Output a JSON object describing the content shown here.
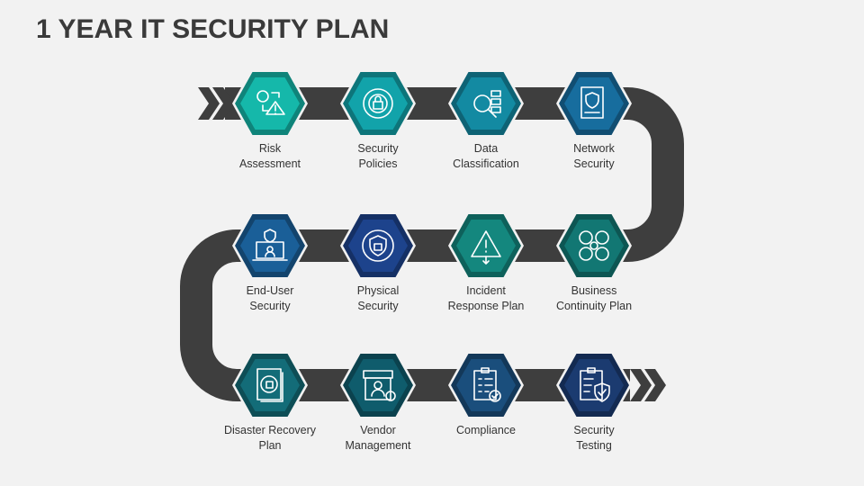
{
  "title": "1 YEAR IT SECURITY PLAN",
  "steps": [
    {
      "l1": "Risk",
      "l2": "Assessment",
      "icon": "risk-gear-warning-icon",
      "color": "#15b8aa"
    },
    {
      "l1": "Security",
      "l2": "Policies",
      "icon": "lock-network-icon",
      "color": "#12a3aa"
    },
    {
      "l1": "Data",
      "l2": "Classification",
      "icon": "data-magnifier-icon",
      "color": "#138aa2"
    },
    {
      "l1": "Network",
      "l2": "Security",
      "icon": "certificate-shield-icon",
      "color": "#176d9e"
    },
    {
      "l1": "Business",
      "l2": "Continuity Plan",
      "icon": "business-gear-icon",
      "color": "#127773"
    },
    {
      "l1": "Incident",
      "l2": "Response Plan",
      "icon": "warning-arrows-icon",
      "color": "#14877e"
    },
    {
      "l1": "Physical",
      "l2": "Security",
      "icon": "shield-lock-icon",
      "color": "#1d438c"
    },
    {
      "l1": "End-User",
      "l2": "Security",
      "icon": "laptop-user-icon",
      "color": "#1a5f98"
    },
    {
      "l1": "Disaster Recovery",
      "l2": "Plan",
      "icon": "recovery-book-icon",
      "color": "#136c78"
    },
    {
      "l1": "Vendor",
      "l2": "Management",
      "icon": "store-vendor-icon",
      "color": "#0f5c6c"
    },
    {
      "l1": "Compliance",
      "l2": "",
      "icon": "checklist-icon",
      "color": "#1a4e7c"
    },
    {
      "l1": "Security",
      "l2": "Testing",
      "icon": "clipboard-shield-icon",
      "color": "#1b3b70"
    }
  ]
}
